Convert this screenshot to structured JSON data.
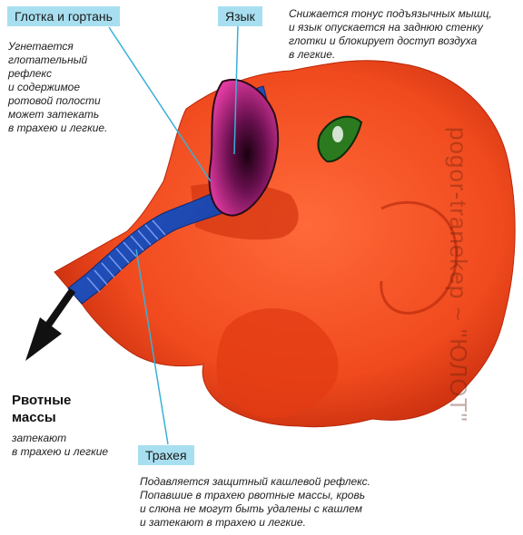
{
  "labels": {
    "pharynx": "Глотка и гортань",
    "tongue": "Язык",
    "trachea": "Трахея"
  },
  "notes": {
    "reflex": "Угнетается\nглотательный\nрефлекс\nи содержимое\nротовой полости\nможет затекать\nв трахею и легкие.",
    "tongue": "Снижается тонус подъязычных мышц,\nи язык опускается на заднюю стенку\nглотки и блокирует доступ воздуха\nв легкие.",
    "vomit_title": "Рвотные\nмассы",
    "vomit_text": "затекают\nв трахею и легкие",
    "cough": "Подавляется защитный кашлевой рефлекс.\nПопавшие в трахею рвотные массы, кровь\nи слюна не могут быть удалены с кашлем\nи затекают в трахею и легкие."
  },
  "watermark": "pogor-tranekep ~ \"ЮЛОТ\"",
  "colors": {
    "head": "#f04a1e",
    "head_dark": "#c82e0e",
    "tongue": "#e03aa0",
    "tongue_dark": "#3a0a2a",
    "trachea": "#1f4fbf",
    "label_bg": "#a8dff0",
    "leader": "#3ab0d8"
  }
}
